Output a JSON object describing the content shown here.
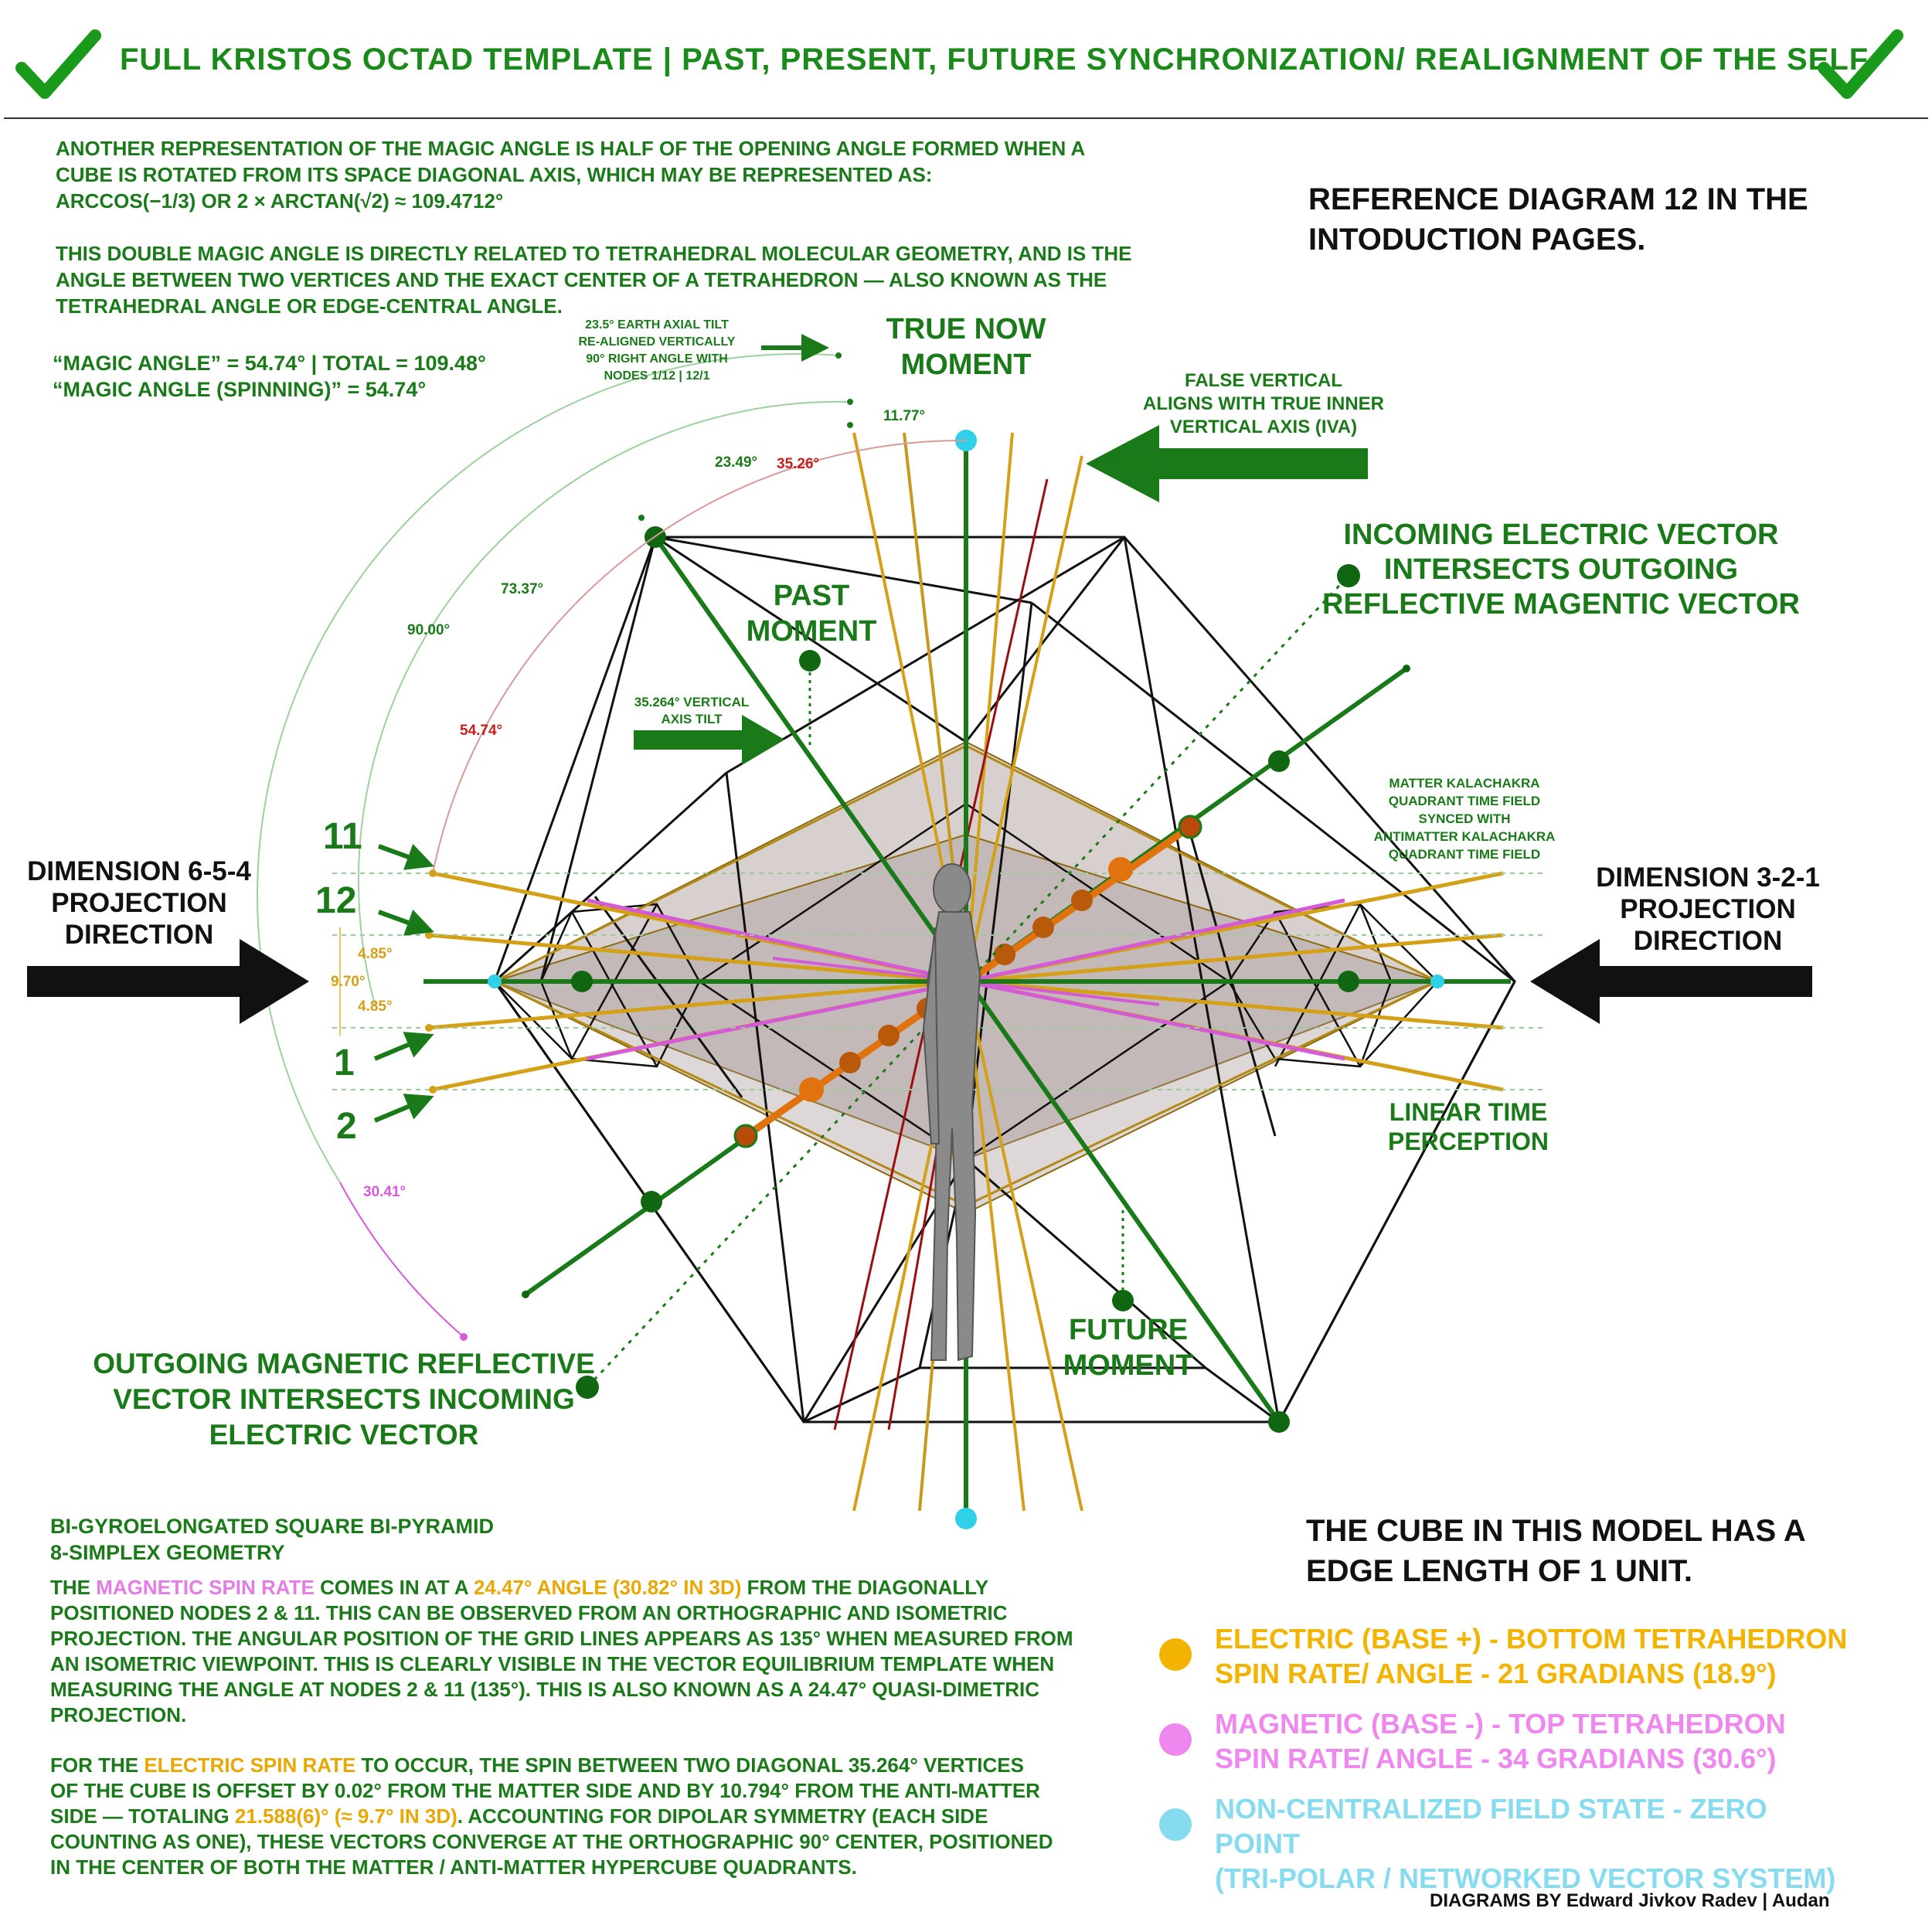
{
  "header": {
    "title": "FULL KRISTOS OCTAD TEMPLATE | PAST, PRESENT, FUTURE SYNCHRONIZATION/ REALIGNMENT OF THE SELF",
    "check_color": "#1a9a1a"
  },
  "intro": {
    "p1_line1": "ANOTHER REPRESENTATION OF THE MAGIC ANGLE IS HALF OF THE OPENING ANGLE FORMED WHEN A",
    "p1_line2": "CUBE IS ROTATED FROM ITS SPACE DIAGONAL AXIS, WHICH MAY BE REPRESENTED AS:",
    "p1_line3": "ARCCOS(−1/3) OR 2 × ARCTAN(√2) ≈ 109.4712°",
    "p2_line1": "THIS DOUBLE MAGIC ANGLE IS DIRECTLY RELATED TO TETRAHEDRAL MOLECULAR GEOMETRY, AND IS THE",
    "p2_line2": "ANGLE BETWEEN TWO VERTICES AND THE EXACT CENTER OF A TETRAHEDRON — ALSO KNOWN AS THE",
    "p2_line3": "TETRAHEDRAL ANGLE OR EDGE-CENTRAL ANGLE.",
    "magic1": "“MAGIC ANGLE” = 54.74° | TOTAL = 109.48°",
    "magic2": "“MAGIC ANGLE (SPINNING)” = 54.74°"
  },
  "reference": {
    "line1": "REFERENCE DIAGRAM 12 IN THE",
    "line2": "INTODUCTION PAGES."
  },
  "labels": {
    "earth_tilt_1": "23.5° EARTH AXIAL TILT",
    "earth_tilt_2": "RE-ALIGNED VERTICALLY",
    "earth_tilt_3": "90° RIGHT ANGLE WITH",
    "earth_tilt_4": "NODES 1/12 | 12/1",
    "true_now_1": "TRUE NOW",
    "true_now_2": "MOMENT",
    "false_vertical_1": "FALSE VERTICAL",
    "false_vertical_2": "ALIGNS WITH TRUE INNER",
    "false_vertical_3": "VERTICAL AXIS (IVA)",
    "incoming_1": "INCOMING ELECTRIC VECTOR",
    "incoming_2": "INTERSECTS OUTGOING",
    "incoming_3": "REFLECTIVE MAGENTIC VECTOR",
    "past_1": "PAST",
    "past_2": "MOMENT",
    "vtilt_1": "35.264° VERTICAL",
    "vtilt_2": "AXIS TILT",
    "matter_1": "MATTER KALACHAKRA",
    "matter_2": "QUADRANT TIME FIELD",
    "matter_3": "SYNCED WITH",
    "matter_4": "ANTIMATTER KALACHAKRA",
    "matter_5": "QUADRANT TIME FIELD",
    "dim654_1": "DIMENSION 6-5-4",
    "dim654_2": "PROJECTION",
    "dim654_3": "DIRECTION",
    "dim321_1": "DIMENSION 3-2-1",
    "dim321_2": "PROJECTION",
    "dim321_3": "DIRECTION",
    "linear_1": "LINEAR TIME",
    "linear_2": "PERCEPTION",
    "future_1": "FUTURE",
    "future_2": "MOMENT",
    "outgoing_1": "OUTGOING MAGNETIC REFLECTIVE",
    "outgoing_2": "VECTOR INTERSECTS INCOMING",
    "outgoing_3": "ELECTRIC VECTOR",
    "node_11": "11",
    "node_12": "12",
    "node_1": "1",
    "node_2": "2"
  },
  "angles": {
    "a1177": "11.77°",
    "a2349": "23.49°",
    "a3526": "35.26°",
    "a7337": "73.37°",
    "a9000": "90.00°",
    "a5474": "54.74°",
    "a485a": "4.85°",
    "a970": "9.70°",
    "a485b": "4.85°",
    "a3041": "30.41°"
  },
  "bottom": {
    "geo1": "BI-GYROELONGATED SQUARE BI-PYRAMID",
    "geo2": "8-SIMPLEX GEOMETRY",
    "b1_pre": "THE ",
    "b1_mag": "MAGNETIC SPIN RATE",
    "b1_mid": " COMES IN AT A ",
    "b1_ang": "24.47° ANGLE (30.82° IN 3D)",
    "b1_post": " FROM THE DIAGONALLY",
    "b2": "POSITIONED NODES 2 & 11. THIS CAN BE OBSERVED FROM AN ORTHOGRAPHIC AND ISOMETRIC",
    "b3": "PROJECTION. THE ANGULAR POSITION OF THE GRID LINES APPEARS AS 135° WHEN MEASURED FROM",
    "b4": "AN ISOMETRIC VIEWPOINT. THIS IS CLEARLY VISIBLE IN THE VECTOR EQUILIBRIUM TEMPLATE WHEN",
    "b5": "MEASURING THE ANGLE AT NODES 2 & 11 (135°). THIS IS ALSO KNOWN AS A 24.47° QUASI-DIMETRIC",
    "b6": "PROJECTION.",
    "c1_pre": "FOR THE ",
    "c1_elec": "ELECTRIC SPIN RATE",
    "c1_post": " TO OCCUR, THE SPIN BETWEEN TWO DIAGONAL 35.264° VERTICES",
    "c2": "OF THE CUBE IS OFFSET BY 0.02° FROM THE MATTER SIDE AND BY 10.794° FROM THE ANTI-MATTER",
    "c3_pre": "SIDE — TOTALING ",
    "c3_val": "21.588(6)° (≈ 9.7° IN 3D)",
    "c3_post": ". ACCOUNTING FOR DIPOLAR SYMMETRY (EACH SIDE",
    "c4": "COUNTING AS ONE), THESE VECTORS CONVERGE AT THE ORTHOGRAPHIC 90° CENTER, POSITIONED",
    "c5": "IN THE CENTER OF BOTH THE MATTER / ANTI-MATTER HYPERCUBE QUADRANTS.",
    "cube1": "THE CUBE IN THIS MODEL HAS A",
    "cube2": "EDGE LENGTH OF 1 UNIT."
  },
  "legend": [
    {
      "line1": "ELECTRIC (BASE +) - BOTTOM TETRAHEDRON",
      "line2": "SPIN RATE/ ANGLE - 21 GRADIANS (18.9°)",
      "color": "#f2b400"
    },
    {
      "line1": "MAGNETIC (BASE -) - TOP TETRAHEDRON",
      "line2": "SPIN RATE/ ANGLE - 34 GRADIANS (30.6°)",
      "color": "#ee88ee"
    },
    {
      "line1": "NON-CENTRALIZED FIELD STATE - ZERO POINT",
      "line2": "(TRI-POLAR / NETWORKED VECTOR SYSTEM)",
      "color": "#86dcee"
    }
  ],
  "credit": {
    "pre": "DIAGRAMS BY ",
    "name": "Edward Jivkov Radev | Audan"
  },
  "colors": {
    "green": "#1a7a1a",
    "dark_green": "#116611",
    "gold": "#d4a017",
    "orange": "#e0730e",
    "magenta": "#d55ad5",
    "cyan": "#2fd0e8",
    "red": "#c81e1e"
  }
}
